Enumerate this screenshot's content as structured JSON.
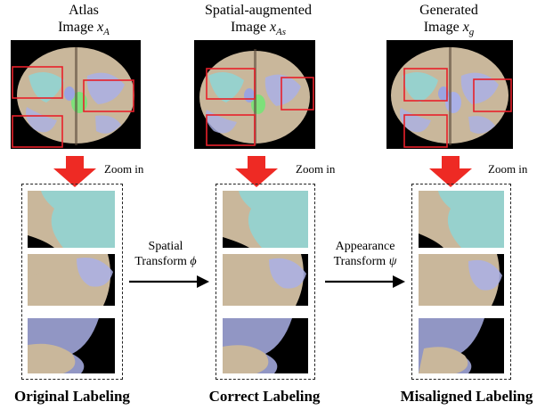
{
  "columns": [
    {
      "title_line1": "Atlas",
      "title_line2_word": "Image",
      "symbol": "x",
      "subscript": "A",
      "caption": "Original Labeling"
    },
    {
      "title_line1": "Spatial-augmented",
      "title_line2_word": "Image",
      "symbol": "x",
      "subscript": "As",
      "caption": "Correct Labeling"
    },
    {
      "title_line1": "Generated",
      "title_line2_word": "Image",
      "symbol": "x",
      "subscript": "g",
      "caption": "Misaligned Labeling"
    }
  ],
  "zoom_label": "Zoom in",
  "transforms": [
    {
      "line1": "Spatial",
      "line2_word": "Transform",
      "symbol": "ϕ"
    },
    {
      "line1": "Appearance",
      "line2_word": "Transform",
      "symbol": "ψ"
    }
  ],
  "colors": {
    "highlight_box": "#e8202a",
    "zoom_arrow": "#ee2a24",
    "transform_arrow": "#000000",
    "label_cyan": "#8ed6d6",
    "label_lavender": "#aab0e6",
    "label_green": "#7ee07a",
    "tissue_beige": "#c9b79b"
  }
}
